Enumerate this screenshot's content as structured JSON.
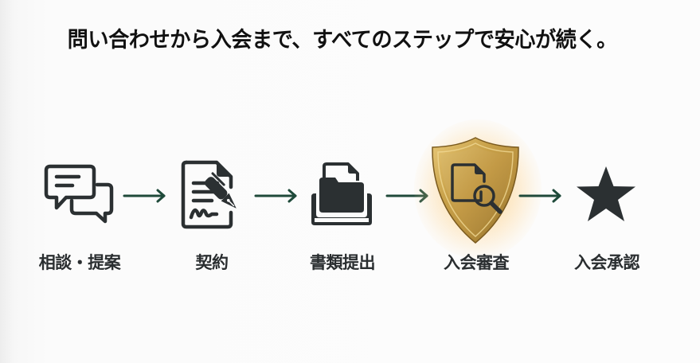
{
  "title": "問い合わせから入会まで、すべてのステップで安心が続く。",
  "colors": {
    "icon": "#2b3032",
    "arrow": "#1f4a3a",
    "gold": "#c9a24a",
    "gold_dark": "#8a6a26",
    "glow": "#ffc25a"
  },
  "steps": [
    {
      "label": "相談・提案",
      "icon": "chat-bubbles-icon"
    },
    {
      "label": "契約",
      "icon": "signed-document-icon"
    },
    {
      "label": "書類提出",
      "icon": "document-tray-icon"
    },
    {
      "label": "入会審査",
      "icon": "shield-magnifier-icon",
      "highlighted": true
    },
    {
      "label": "入会承認",
      "icon": "star-icon"
    }
  ],
  "arrows": [
    "arrow-right-icon",
    "arrow-right-icon",
    "arrow-right-icon",
    "arrow-right-icon"
  ]
}
